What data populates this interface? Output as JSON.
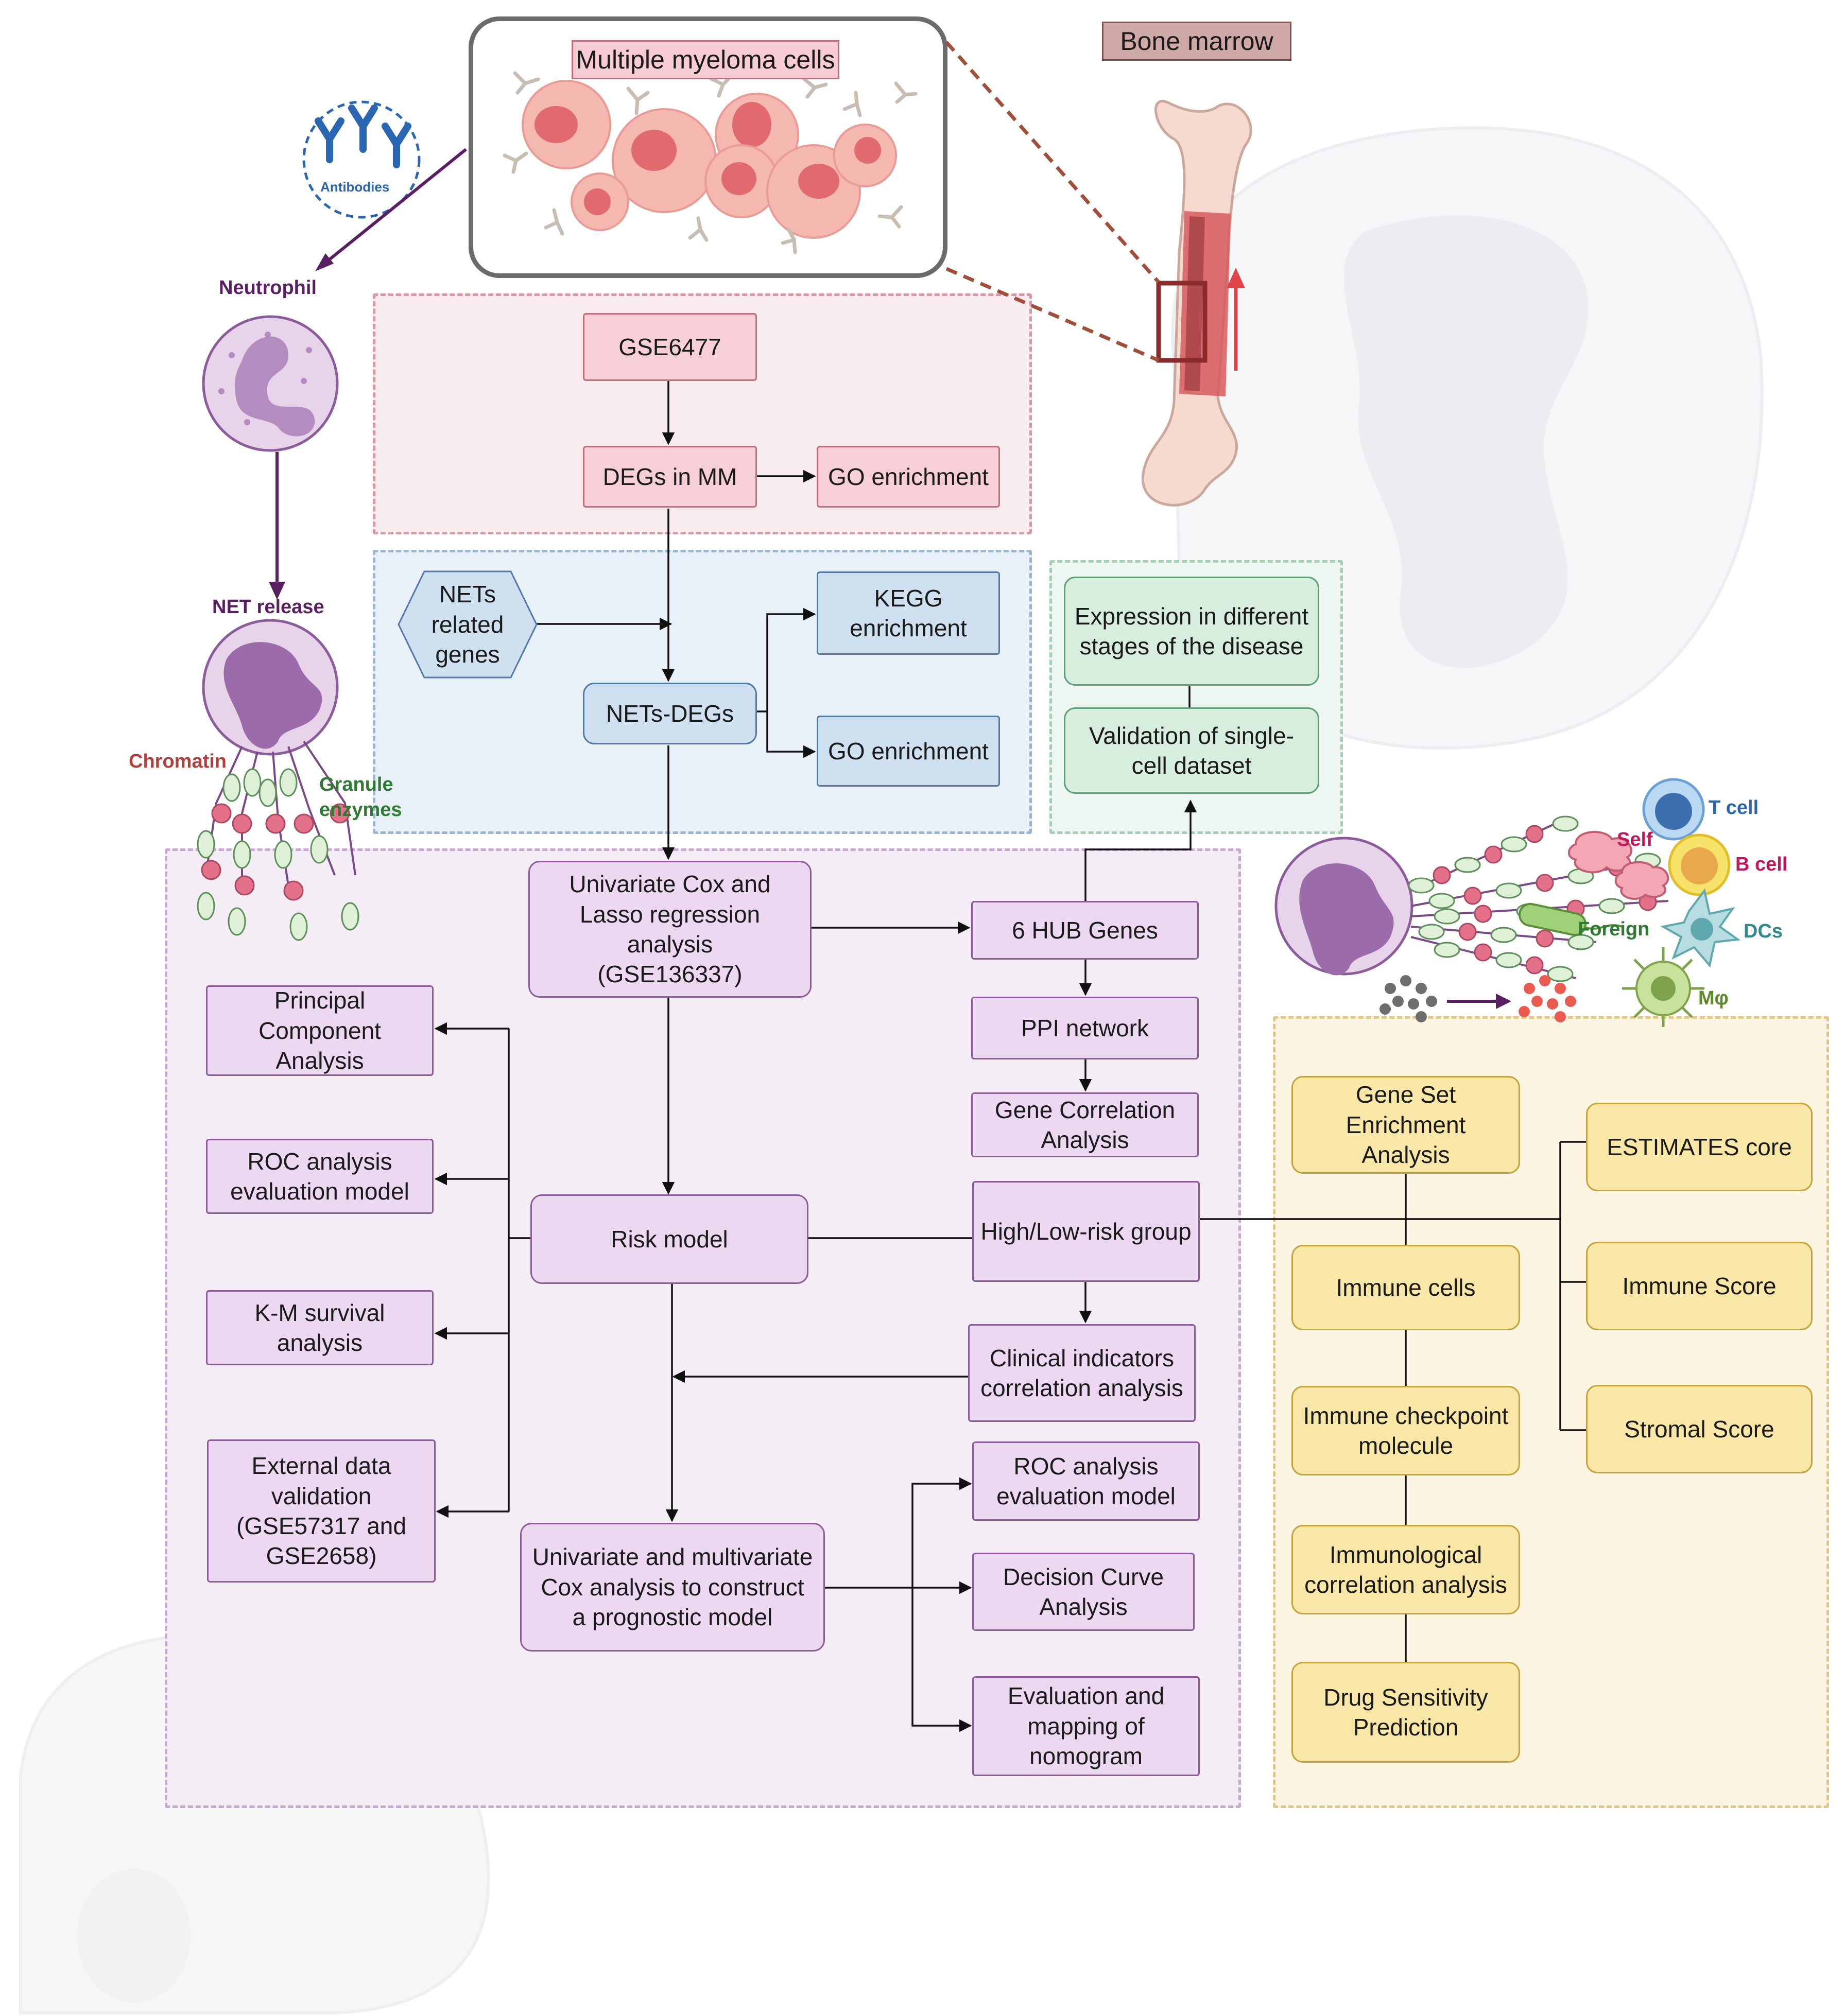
{
  "labels": {
    "bone_marrow": "Bone marrow",
    "myeloma_cells": "Multiple myeloma cells",
    "antibodies": "Antibodies",
    "neutrophil": "Neutrophil",
    "net_release": "NET release",
    "chromatin": "Chromatin",
    "granule_enzymes": "Granule\nenzymes",
    "t_cell": "T cell",
    "self": "Self",
    "b_cell": "B cell",
    "foreign": "Foreign",
    "dcs": "DCs",
    "macrophage": "Mφ"
  },
  "boxes": {
    "gse6477": "GSE6477",
    "degs_mm": "DEGs in MM",
    "go_enrichment_1": "GO enrichment",
    "nets_related_genes": "NETs\nrelated\ngenes",
    "kegg_enrichment": "KEGG\nenrichment",
    "nets_degs": "NETs-DEGs",
    "go_enrichment_2": "GO enrichment",
    "expression_stages": "Expression in different\nstages of the disease",
    "validation_single_cell": "Validation of single-\ncell dataset",
    "univariate_lasso": "Univariate Cox and\nLasso regression\nanalysis\n(GSE136337)",
    "hub_genes": "6 HUB Genes",
    "ppi_network": "PPI network",
    "gene_correlation": "Gene Correlation\nAnalysis",
    "pca": "Principal\nComponent\nAnalysis",
    "roc_eval_left": "ROC analysis\nevaluation model",
    "km_survival": "K-M survival\nanalysis",
    "external_validation": "External data\nvalidation\n(GSE57317 and\nGSE2658)",
    "risk_model": "Risk model",
    "high_low_risk": "High/Low-risk group",
    "clinical_indicators": "Clinical indicators\ncorrelation analysis",
    "uni_multi_cox": "Univariate and multivariate\nCox analysis to construct\na prognostic model",
    "roc_eval_right": "ROC analysis\nevaluation model",
    "decision_curve": "Decision Curve\nAnalysis",
    "nomogram": "Evaluation and\nmapping of\nnomogram",
    "gsea": "Gene Set\nEnrichment\nAnalysis",
    "immune_cells": "Immune cells",
    "immune_checkpoint": "Immune checkpoint\nmolecule",
    "immunological_correlation": "Immunological\ncorrelation analysis",
    "drug_sensitivity": "Drug Sensitivity\nPrediction",
    "estimates_core": "ESTIMATES core",
    "immune_score": "Immune Score",
    "stromal_score": "Stromal Score"
  },
  "colors": {
    "pink_region": "#f9ecef",
    "blue_region": "#e8f0f8",
    "green_region": "#edf6f0",
    "purple_region": "#f5edf6",
    "yellow_region": "#fbf5e2",
    "arrow_purple": "#5a1f63",
    "cell_pink": "#f5b8b0",
    "nucleus": "#e06a6e",
    "neutrophil": "#b58cc0"
  }
}
